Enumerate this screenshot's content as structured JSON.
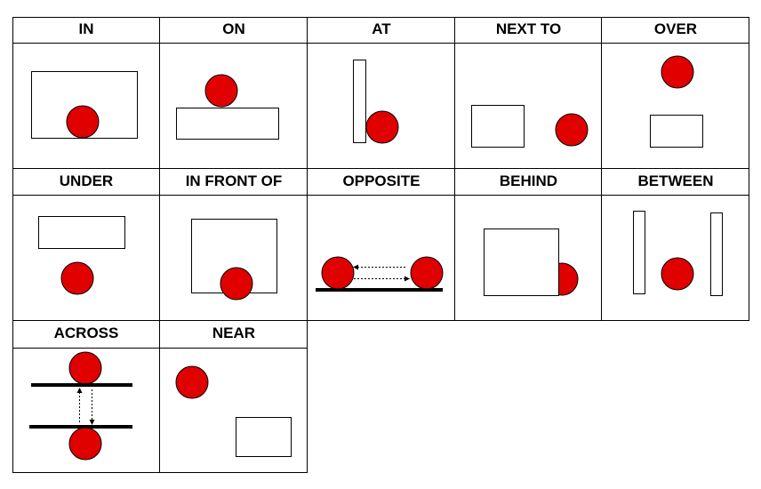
{
  "colors": {
    "ball": "#e00000",
    "line": "#000000",
    "background": "#ffffff"
  },
  "cells": [
    {
      "key": "in",
      "label": "IN"
    },
    {
      "key": "on",
      "label": "ON"
    },
    {
      "key": "at",
      "label": "AT"
    },
    {
      "key": "next_to",
      "label": "NEXT TO"
    },
    {
      "key": "over",
      "label": "OVER"
    },
    {
      "key": "under",
      "label": "UNDER"
    },
    {
      "key": "in_front_of",
      "label": "IN FRONT OF"
    },
    {
      "key": "opposite",
      "label": "OPPOSITE"
    },
    {
      "key": "behind",
      "label": "BEHIND"
    },
    {
      "key": "between",
      "label": "BETWEEN"
    },
    {
      "key": "across",
      "label": "ACROSS"
    },
    {
      "key": "near",
      "label": "NEAR"
    }
  ]
}
